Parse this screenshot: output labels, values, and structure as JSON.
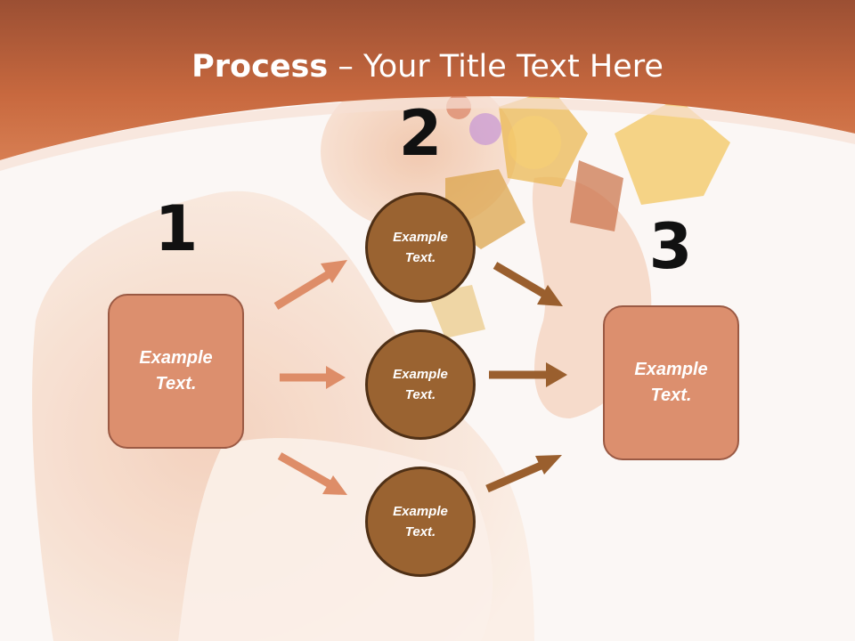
{
  "slide": {
    "title_bold": "Process",
    "title_rest": " – Your Title Text Here",
    "step_numbers": [
      "1",
      "2",
      "3"
    ],
    "left_box": {
      "label": "Example Text."
    },
    "circles": [
      {
        "label": "Example Text."
      },
      {
        "label": "Example Text."
      },
      {
        "label": "Example Text."
      }
    ],
    "right_box": {
      "label": "Example Text."
    }
  },
  "colors": {
    "header": "#c9693f",
    "box_fill": "#dc8f6e",
    "box_border": "#9b5a44",
    "circle_fill": "#9a6331",
    "circle_border": "#4f3016",
    "arrow_light": "#de8d68",
    "arrow_dark": "#9a5f2e",
    "background": "#fbf7f5"
  }
}
